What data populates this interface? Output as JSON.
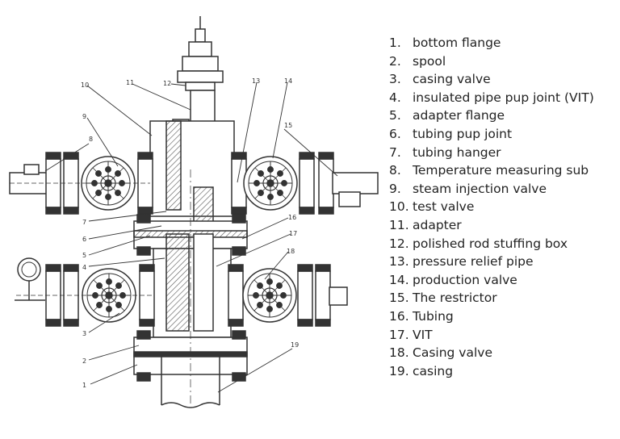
{
  "legend": [
    {
      "num": "1.",
      "label": "bottom flange"
    },
    {
      "num": "2.",
      "label": "spool"
    },
    {
      "num": "3.",
      "label": "casing valve"
    },
    {
      "num": "4.",
      "label": "insulated pipe pup joint (VIT)"
    },
    {
      "num": "5.",
      "label": "adapter flange"
    },
    {
      "num": "6.",
      "label": "tubing pup joint"
    },
    {
      "num": "7.",
      "label": "tubing hanger"
    },
    {
      "num": "8.",
      "label": "Temperature measuring sub"
    },
    {
      "num": "9.",
      "label": "steam injection valve"
    },
    {
      "num": "10.",
      "label": "test valve"
    },
    {
      "num": "11.",
      "label": "adapter"
    },
    {
      "num": "12.",
      "label": "polished rod stuffing box"
    },
    {
      "num": "13.",
      "label": "pressure relief pipe"
    },
    {
      "num": "14.",
      "label": "production valve"
    },
    {
      "num": "15.",
      "label": "The restrictor"
    },
    {
      "num": "16.",
      "label": "Tubing"
    },
    {
      "num": "17.",
      "label": "VIT"
    },
    {
      "num": "18.",
      "label": "Casing valve"
    },
    {
      "num": "19.",
      "label": "casing"
    }
  ],
  "callouts": [
    "1",
    "2",
    "3",
    "4",
    "5",
    "6",
    "7",
    "8",
    "9",
    "10",
    "11",
    "12",
    "13",
    "14",
    "15",
    "16",
    "17",
    "18",
    "19"
  ],
  "colors": {
    "line": "#333333",
    "text": "#222222",
    "background": "#ffffff"
  }
}
